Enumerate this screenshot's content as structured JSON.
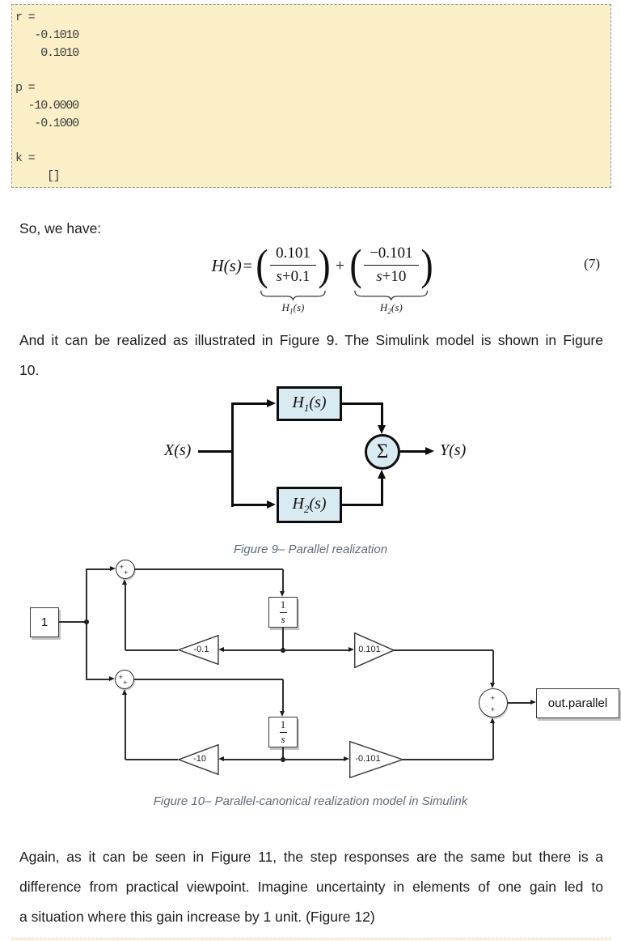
{
  "code_block": {
    "text": "r = \n   -0.1010\n    0.1010\n\np = \n  -10.0000\n   -0.1000\n\nk = \n     []"
  },
  "text": {
    "so_we_have": "So, we have:",
    "realized_lines": [
      "And it can be realized as illustrated in Figure 9. The Simulink model is shown in Figure",
      "10."
    ],
    "again_lines": [
      "Again, as it can be seen in Figure 11, the step responses are the same but there is a",
      "difference from practical viewpoint. Imagine uncertainty in elements of one gain led to",
      "a situation where this gain increase by 1 unit. (Figure 12)"
    ]
  },
  "equation": {
    "lhs": "H(s)",
    "equals": "=",
    "lparen": "(",
    "rparen": ")",
    "frac1_num": "0.101",
    "frac1_den_var": "s",
    "frac1_den_rest": "+0.1",
    "frac2_num": "−0.101",
    "frac2_den_var": "s",
    "frac2_den_rest": "+10",
    "plus": "+",
    "brace1_base": "H",
    "brace1_sub": "1",
    "brace1_args": "(s)",
    "brace2_base": "H",
    "brace2_sub": "2",
    "brace2_args": "(s)",
    "number": "(7)"
  },
  "figure9": {
    "x_label": "X(s)",
    "y_label": "Y(s)",
    "block1_base": "H",
    "block1_sub": "1",
    "block1_args": "(s)",
    "block2_base": "H",
    "block2_sub": "2",
    "block2_args": "(s)",
    "sigma": "Σ",
    "caption": "Figure 9– Parallel realization"
  },
  "figure10": {
    "constant_label": "1",
    "integrator_num": "1",
    "integrator_den": "s",
    "gain_top_feedback": "-0.1",
    "gain_top_out": "0.101",
    "gain_bottom_feedback": "-10",
    "gain_bottom_out": "-0.101",
    "out_label": "out.parallel",
    "plus": "+",
    "caption": "Figure 10– Parallel-canonical realization model in Simulink"
  },
  "colors": {
    "code_bg": "#faefc7",
    "block_fill": "#d9eaf2",
    "caption": "#5f6b78",
    "wire": "#2e2e2e"
  }
}
